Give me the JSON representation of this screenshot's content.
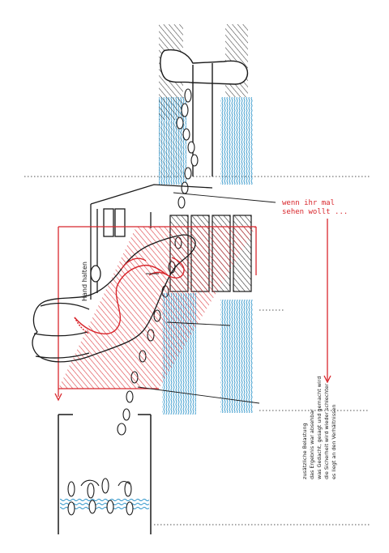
{
  "labels": {
    "annotation_red": [
      "wenn ihr mal",
      "sehen wollt ..."
    ],
    "hand_label": "Hand halten",
    "note_lines": [
      "zusätzliche Belastung",
      "das Ergebnis war absehbar",
      "was Gedacht, gesagt und gemacht wird",
      "die Sicherheit wird wieder schlechter",
      "es liegt an den Verhältnissen"
    ]
  },
  "colors": {
    "ink": "#1a1a1a",
    "red": "#d8262c",
    "blue": "#2b93c9",
    "background": "#ffffff"
  }
}
